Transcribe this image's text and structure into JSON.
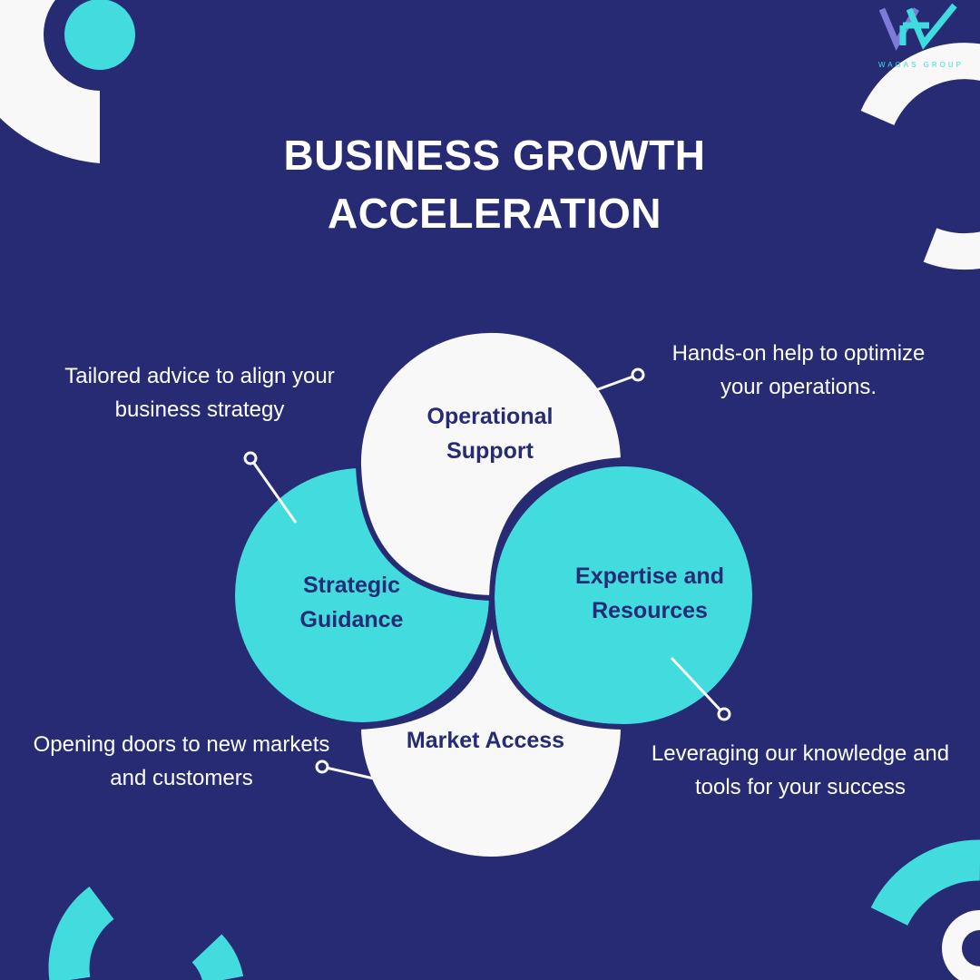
{
  "brand": {
    "name": "WAGAS GROUP",
    "logo_icon": "wg-monogram-logo",
    "accent_color": "#3fdcdf"
  },
  "title": {
    "line1": "BUSINESS GROWTH",
    "line2": "ACCELERATION"
  },
  "colors": {
    "background": "#262b73",
    "cyan": "#42dcdf",
    "white": "#f8f8f8"
  },
  "petals": [
    {
      "line1": "Operational",
      "line2": "Support",
      "color": "white"
    },
    {
      "line1": "Strategic",
      "line2": "Guidance",
      "color": "cyan"
    },
    {
      "line1": "Expertise and",
      "line2": "Resources",
      "color": "cyan"
    },
    {
      "line1": "Market Access",
      "color": "white"
    }
  ],
  "descriptions": {
    "operational": {
      "line1": "Hands-on help to optimize",
      "line2": "your operations."
    },
    "strategic": {
      "line1": "Tailored advice to align your",
      "line2": "business strategy"
    },
    "expertise": {
      "line1": "Leveraging our knowledge and",
      "line2": "tools for your success"
    },
    "market": {
      "line1": "Opening doors to new markets",
      "line2": "and customers"
    }
  }
}
